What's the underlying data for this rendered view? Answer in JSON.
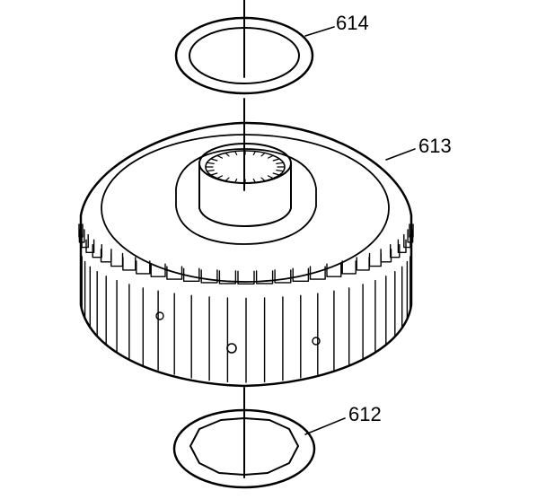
{
  "callouts": {
    "part_614": "614",
    "part_613": "613",
    "part_612": "612"
  },
  "colors": {
    "ink": "#000000",
    "paper": "#ffffff"
  }
}
